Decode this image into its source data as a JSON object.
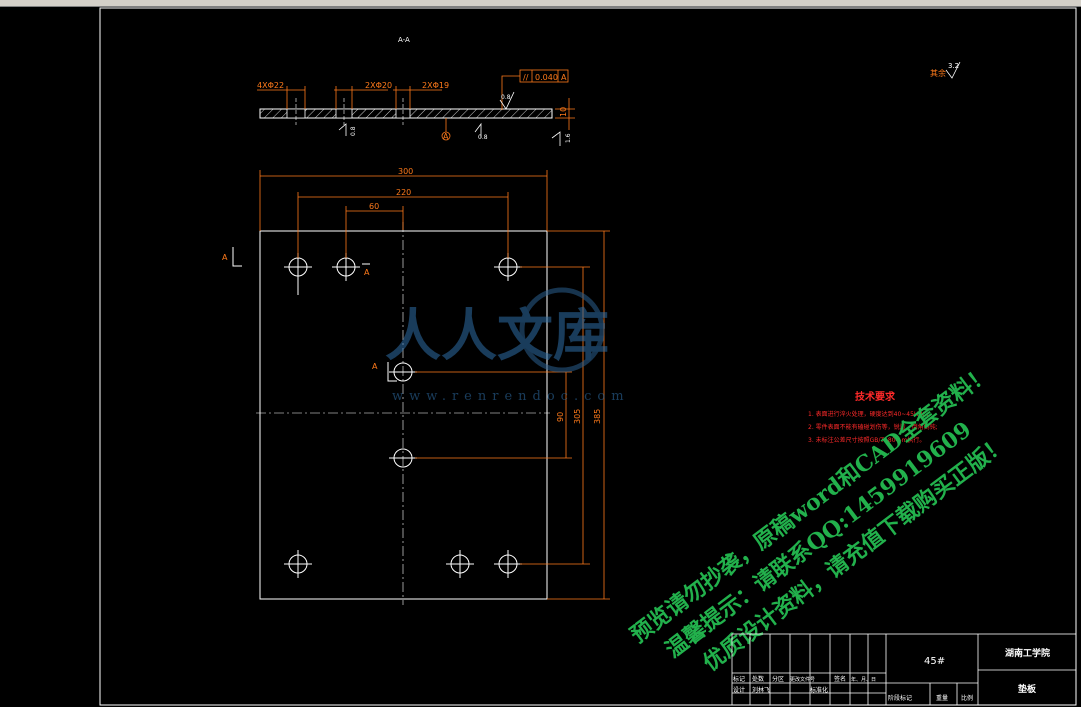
{
  "section": {
    "label": "A-A",
    "dims": {
      "holes_4": "4XΦ22",
      "holes_2a": "2XΦ20",
      "holes_2b": "2XΦ19",
      "thickness": "10",
      "tolerance_value": "0.040",
      "tolerance_ref": "A",
      "roughness_top": "0.8",
      "roughness_left": "0.8",
      "roughness_mid": "0.8",
      "roughness_right": "1.6",
      "datum": "A"
    }
  },
  "plan": {
    "dims": {
      "width_overall": "300",
      "width_220": "220",
      "width_60": "60",
      "height_overall": "385",
      "height_305": "305",
      "height_90": "90"
    },
    "section_marks": {
      "upper": "A",
      "lower": "A",
      "arrow_small": "A"
    }
  },
  "roughness_note": {
    "prefix": "其余",
    "value": "3.2"
  },
  "tech_requirements": {
    "title": "技术要求",
    "items": [
      "1. 表面进行淬火处理，硬度达到40~45HRC;",
      "2. 零件表面不能有磕碰划伤等，锐边，倒角倒钝;",
      "3. 未标注公差尺寸按照GB/T1804-m执行。"
    ]
  },
  "watermark": {
    "brand": "人人文库",
    "url": "www.renrendoc.com",
    "line1": "预览请勿抄袭，原稿word和CAD全套资料！",
    "line2": "温馨提示：请联系QQ:1459919609",
    "line3": "优质设计资料，请充值下载购买正版！"
  },
  "title_block": {
    "material": "45#",
    "school": "湖南工学院",
    "part_name": "垫板",
    "row_labels": [
      "标记",
      "处数",
      "分区",
      "更改文件号",
      "签名",
      "年、月、日"
    ],
    "row2_labels": [
      "设计",
      "刘林飞",
      "标准化"
    ],
    "footer_labels": [
      "阶段标记",
      "重量",
      "比例"
    ]
  }
}
